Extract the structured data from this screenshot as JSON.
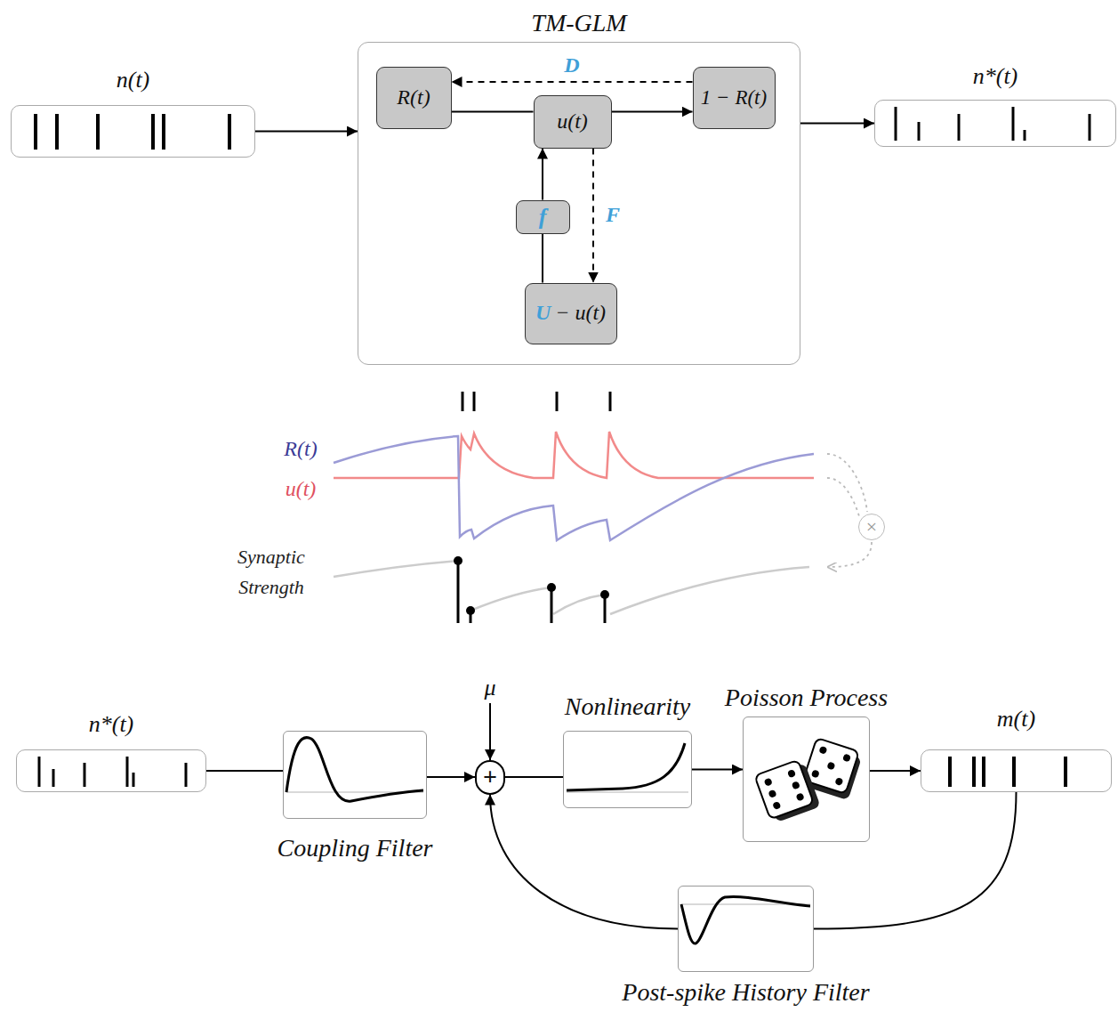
{
  "diagram": {
    "nodes": [
      {
        "text": [
          "n(t)"
        ]
      },
      {
        "text": [
          "TM-GLM"
        ]
      },
      {
        "text": [
          "R(t)"
        ],
        "in": 1
      },
      {
        "text": [
          "u(t)"
        ],
        "in": 1
      },
      {
        "text": [
          "1 − R(t)"
        ],
        "in": 1
      },
      {
        "text": [
          "f"
        ],
        "in": 1
      },
      {
        "text": [
          "U",
          "− u(t)"
        ],
        "in": 1
      },
      {
        "text": [
          "n*(t)"
        ]
      },
      {
        "text": [
          "×"
        ]
      },
      {
        "text": [
          "n*(t)"
        ]
      },
      {
        "text": [
          "Coupling Filter"
        ]
      },
      {
        "text": [
          "+"
        ]
      },
      {
        "text": [
          "Nonlinearity"
        ]
      },
      {
        "text": [
          "Poisson Process"
        ]
      },
      {
        "text": [
          "m(t)"
        ]
      },
      {
        "text": [
          "Post-spike History Filter"
        ]
      }
    ],
    "edges": [
      {
        "from": 0,
        "to": 1,
        "arrow": "to"
      },
      {
        "from": 1,
        "to": 7,
        "arrow": "to"
      },
      {
        "from": 2,
        "to": 3,
        "arrow": "none"
      },
      {
        "from": 3,
        "to": 4,
        "arrow": "to"
      },
      {
        "from": 4,
        "to": 2,
        "label": "D",
        "arrow": "to"
      },
      {
        "from": 3,
        "to": 6,
        "label": "F",
        "arrow": "to"
      },
      {
        "from": 6,
        "to": 5,
        "arrow": "none"
      },
      {
        "from": 5,
        "to": 3,
        "arrow": "to"
      },
      {
        "from": 9,
        "to": 10,
        "arrow": "none"
      },
      {
        "from": 10,
        "to": 11,
        "arrow": "to"
      },
      {
        "from": 11,
        "to": 12,
        "arrow": "none"
      },
      {
        "from": 12,
        "to": 13,
        "arrow": "to"
      },
      {
        "from": 13,
        "to": 14,
        "arrow": "to"
      },
      {
        "from": 14,
        "to": 15,
        "arrow": "none"
      },
      {
        "from": 15,
        "to": 11,
        "arrow": "to"
      }
    ],
    "labels": [
      "R(t)",
      "u(t)",
      "Synaptic Strength",
      "μ"
    ]
  }
}
